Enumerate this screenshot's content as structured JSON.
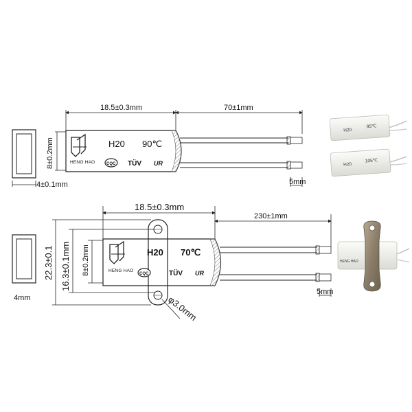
{
  "diagram_top": {
    "dim_body_length": "18.5±0.3mm",
    "dim_lead_length": "70±1mm",
    "dim_height": "8±0.2mm",
    "dim_thickness": "4±0.1mm",
    "dim_lead_end": "5mm",
    "model": "H20",
    "temperature": "90℃",
    "brand": "HENG HAO",
    "marks": [
      "CQC",
      "TÜV",
      "UR"
    ]
  },
  "diagram_bottom": {
    "dim_body_length": "18.5±0.3mm",
    "dim_lead_length": "230±1mm",
    "dim_total_height": "22.3±0.1",
    "dim_hole_spacing": "16.3±0.1mm",
    "dim_height": "8±0.2mm",
    "dim_thickness": "4mm",
    "dim_hole": "φ3.0mm",
    "dim_lead_end": "5mm",
    "model": "H20",
    "temperature": "70℃",
    "brand": "HENG HAO",
    "marks": [
      "CQC",
      "TÜV",
      "UR"
    ]
  },
  "photo_1": {
    "model": "H20",
    "temperature": "95℃"
  },
  "photo_2": {
    "model": "H20",
    "temperature": "105℃"
  },
  "photo_3": {
    "brand": "HENG HAO"
  },
  "colors": {
    "line": "#222222",
    "body_fill": "#ffffff",
    "photo_body": "#f2f2ef",
    "bracket": "#8a7d6a"
  }
}
